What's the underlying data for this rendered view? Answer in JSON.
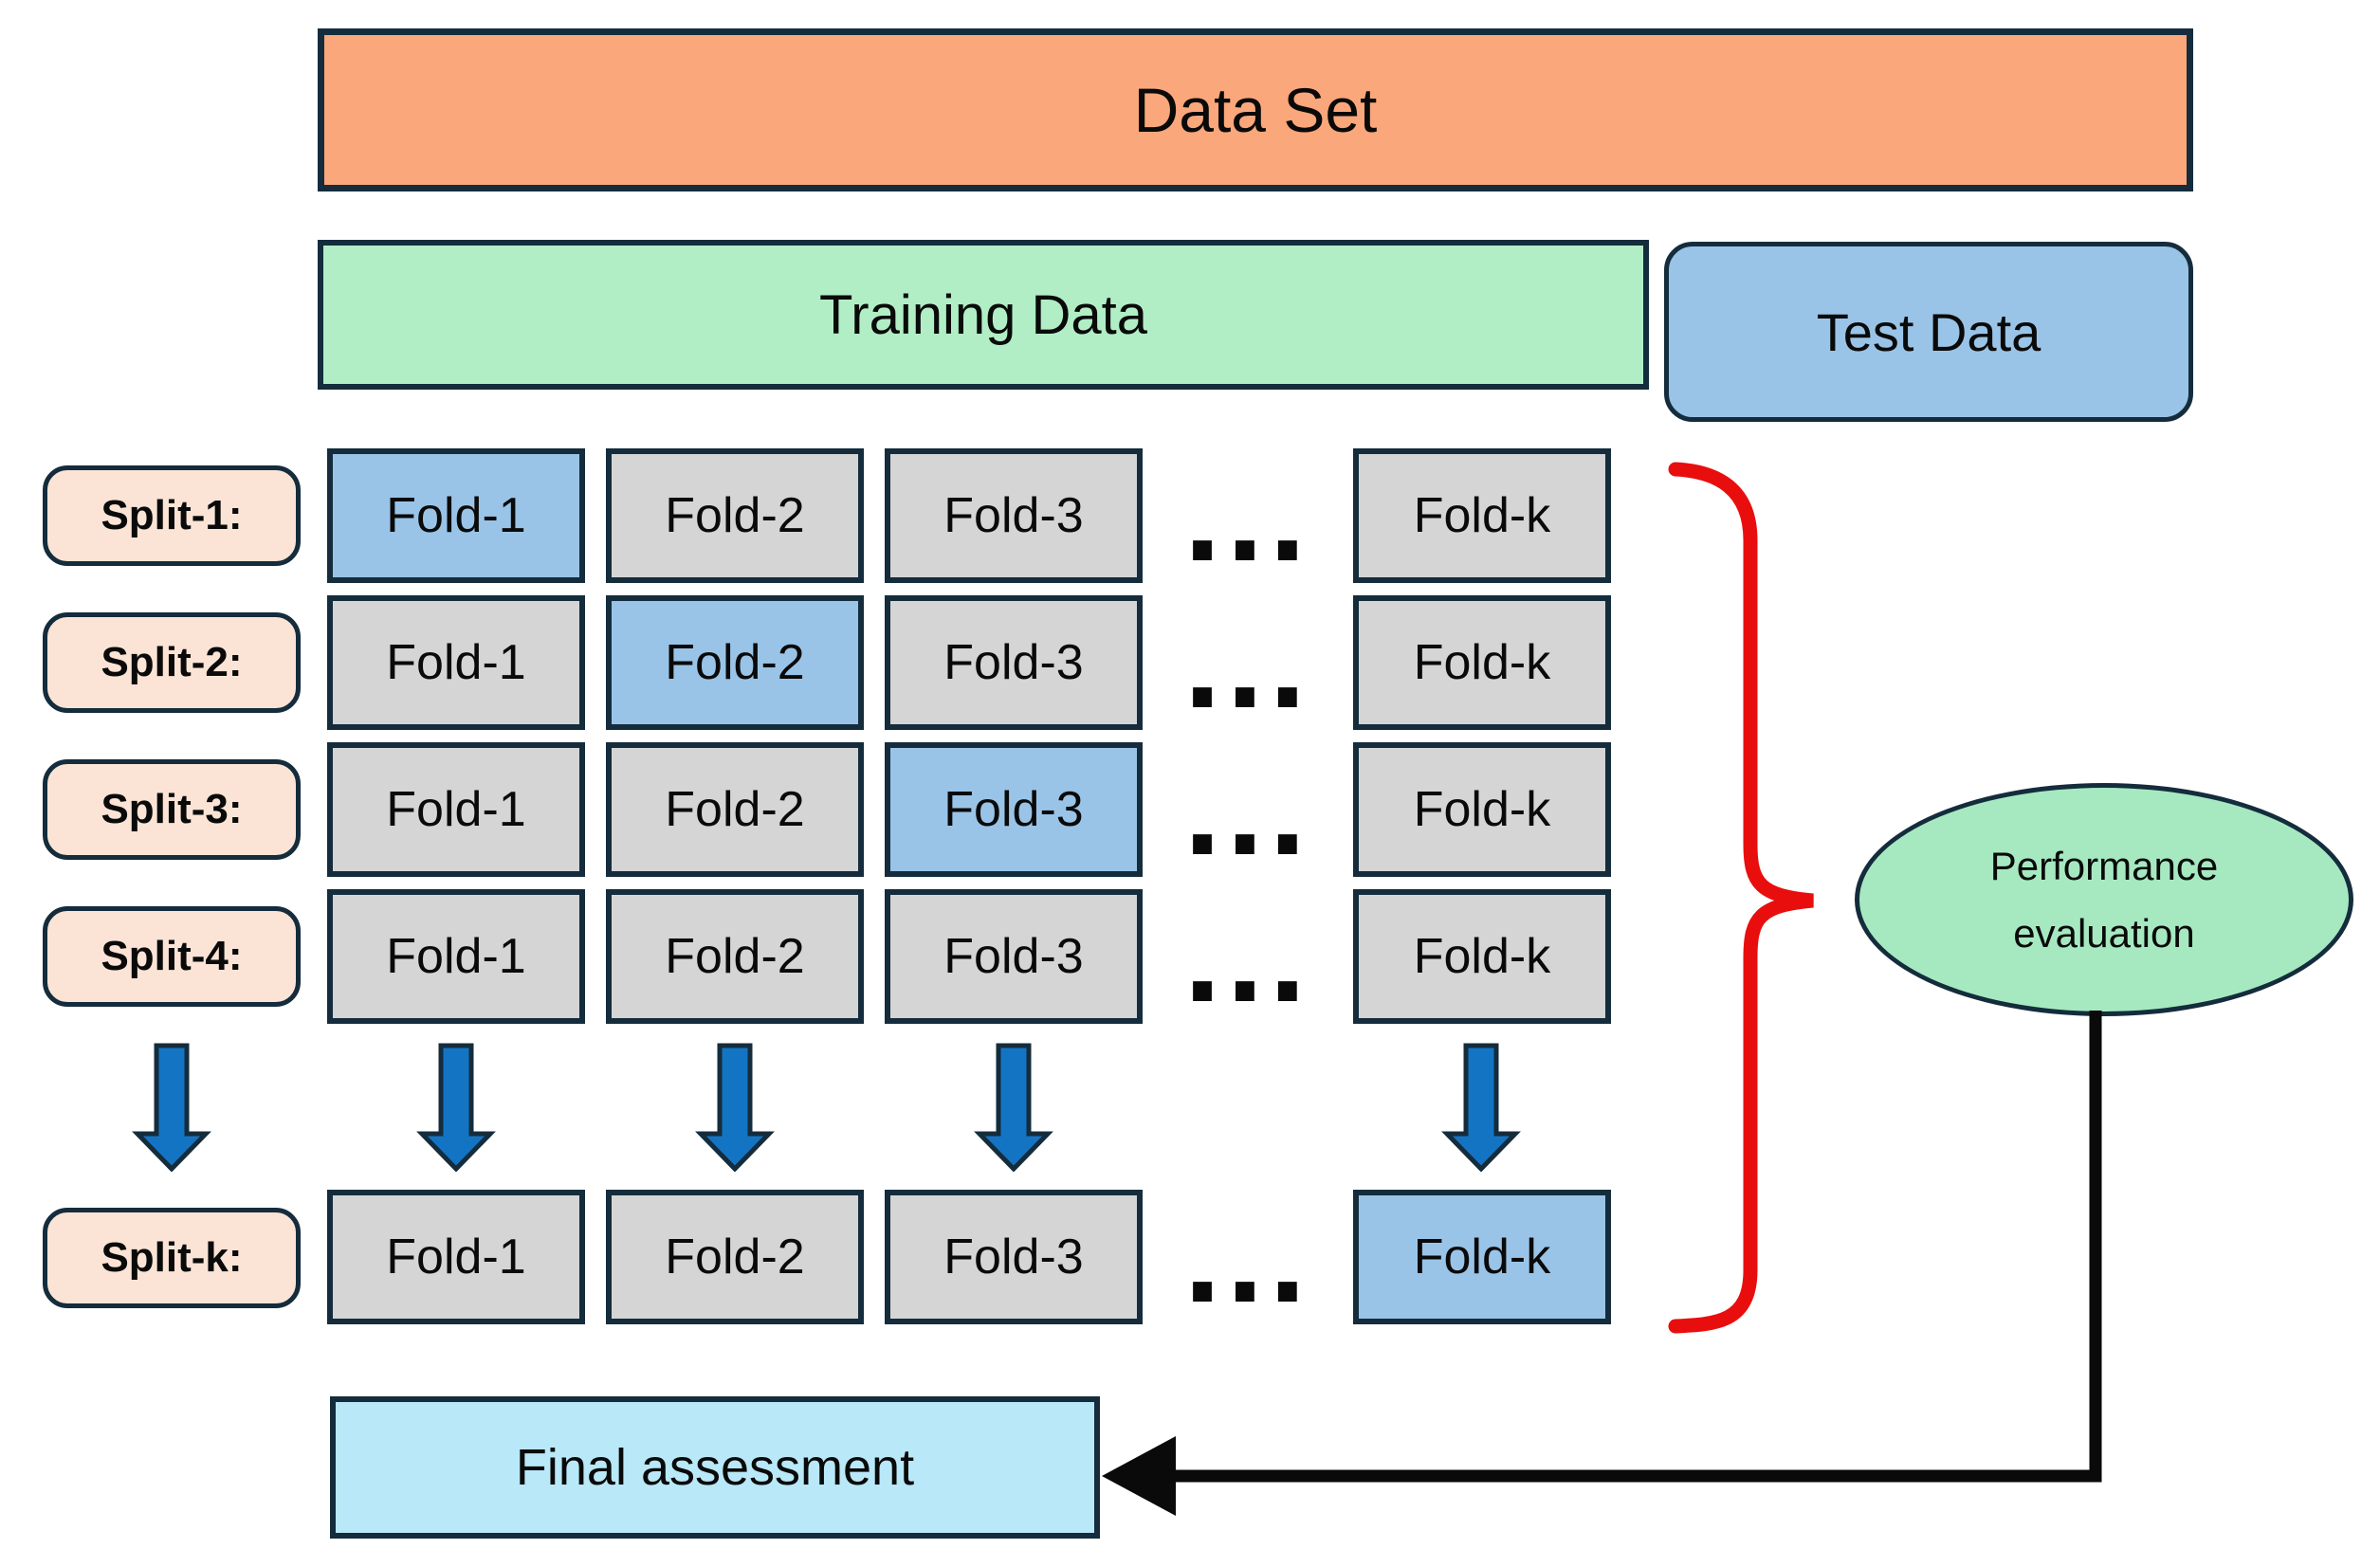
{
  "dataset_label": "Data Set",
  "training_label": "Training Data",
  "test_label": "Test Data",
  "ellipsis": "...",
  "splits": [
    {
      "label": "Split-1:",
      "folds": [
        "Fold-1",
        "Fold-2",
        "Fold-3",
        "Fold-k"
      ],
      "highlighted_fold": "Fold-1"
    },
    {
      "label": "Split-2:",
      "folds": [
        "Fold-1",
        "Fold-2",
        "Fold-3",
        "Fold-k"
      ],
      "highlighted_fold": "Fold-2"
    },
    {
      "label": "Split-3:",
      "folds": [
        "Fold-1",
        "Fold-2",
        "Fold-3",
        "Fold-k"
      ],
      "highlighted_fold": "Fold-3"
    },
    {
      "label": "Split-4:",
      "folds": [
        "Fold-1",
        "Fold-2",
        "Fold-3",
        "Fold-k"
      ],
      "highlighted_fold": ""
    },
    {
      "label": "Split-k:",
      "folds": [
        "Fold-1",
        "Fold-2",
        "Fold-3",
        "Fold-k"
      ],
      "highlighted_fold": "Fold-k"
    }
  ],
  "performance": {
    "line1": "Performance",
    "line2": "evaluation"
  },
  "final_label": "Final assessment",
  "colors": {
    "orange": "#FAA77B",
    "green-light": "#B1EEC5",
    "green-ellipse": "#A6E9C1",
    "blue-light": "#9AC4E7",
    "gray": "#D5D5D5",
    "peach": "#FBE4D5",
    "cyan": "#B9E8F8",
    "navy": "#142C3C",
    "arrow-blue": "#1474C4",
    "brace-red": "#E90E0E",
    "ink": "#0A0A0A"
  }
}
